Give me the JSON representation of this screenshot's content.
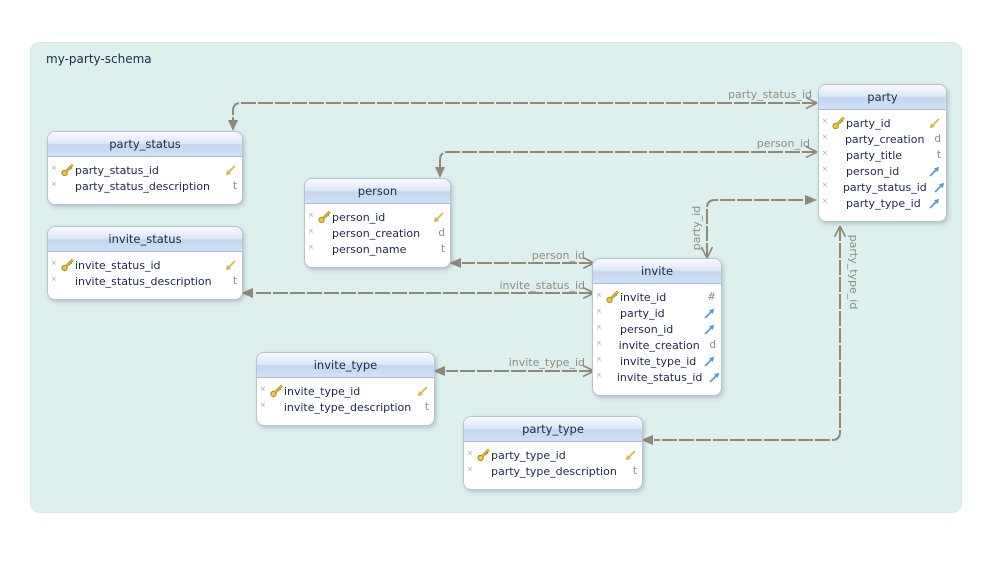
{
  "schema": {
    "title": "my-party-schema"
  },
  "icons": {
    "not_null": "×"
  },
  "colors": {
    "canvas_fill": "#ddf0ee",
    "table_header_top": "#f7fafd",
    "table_header_bottom": "#c2d6f0",
    "relation_line": "#8d8a7b",
    "pk_referenced_arrow": "#d9ba3a",
    "fk_arrow": "#5b9bd5",
    "column_text": "#1d2750",
    "type_text": "#8a8a86",
    "relation_label_text": "#8f8c80"
  },
  "tables": [
    {
      "title": "party_status",
      "columns": [
        {
          "name": "party_status_id",
          "pk": true,
          "referenced": true
        },
        {
          "name": "party_status_description",
          "type": "t"
        }
      ]
    },
    {
      "title": "invite_status",
      "columns": [
        {
          "name": "invite_status_id",
          "pk": true,
          "referenced": true
        },
        {
          "name": "invite_status_description",
          "type": "t"
        }
      ]
    },
    {
      "title": "person",
      "columns": [
        {
          "name": "person_id",
          "pk": true,
          "referenced": true
        },
        {
          "name": "person_creation",
          "type": "d"
        },
        {
          "name": "person_name",
          "type": "t"
        }
      ]
    },
    {
      "title": "invite",
      "columns": [
        {
          "name": "invite_id",
          "pk": true,
          "type": "#"
        },
        {
          "name": "party_id",
          "fk": true
        },
        {
          "name": "person_id",
          "fk": true
        },
        {
          "name": "invite_creation",
          "type": "d"
        },
        {
          "name": "invite_type_id",
          "fk": true
        },
        {
          "name": "invite_status_id",
          "fk": true
        }
      ]
    },
    {
      "title": "invite_type",
      "columns": [
        {
          "name": "invite_type_id",
          "pk": true,
          "referenced": true
        },
        {
          "name": "invite_type_description",
          "type": "t"
        }
      ]
    },
    {
      "title": "party_type",
      "columns": [
        {
          "name": "party_type_id",
          "pk": true,
          "referenced": true
        },
        {
          "name": "party_type_description",
          "type": "t"
        }
      ]
    },
    {
      "title": "party",
      "columns": [
        {
          "name": "party_id",
          "pk": true,
          "referenced": true
        },
        {
          "name": "party_creation",
          "type": "d"
        },
        {
          "name": "party_title",
          "type": "t"
        },
        {
          "name": "person_id",
          "fk": true
        },
        {
          "name": "party_status_id",
          "fk": true
        },
        {
          "name": "party_type_id",
          "fk": true
        }
      ]
    }
  ],
  "relations": [
    {
      "label": "party_status_id",
      "from": "party",
      "to": "party_status"
    },
    {
      "label": "person_id",
      "from": "party",
      "to": "person"
    },
    {
      "label": "party_id",
      "from": "invite",
      "to": "party"
    },
    {
      "label": "person_id",
      "from": "invite",
      "to": "person"
    },
    {
      "label": "invite_status_id",
      "from": "invite",
      "to": "invite_status"
    },
    {
      "label": "invite_type_id",
      "from": "invite",
      "to": "invite_type"
    },
    {
      "label": "party_type_id",
      "from": "party",
      "to": "party_type"
    }
  ]
}
